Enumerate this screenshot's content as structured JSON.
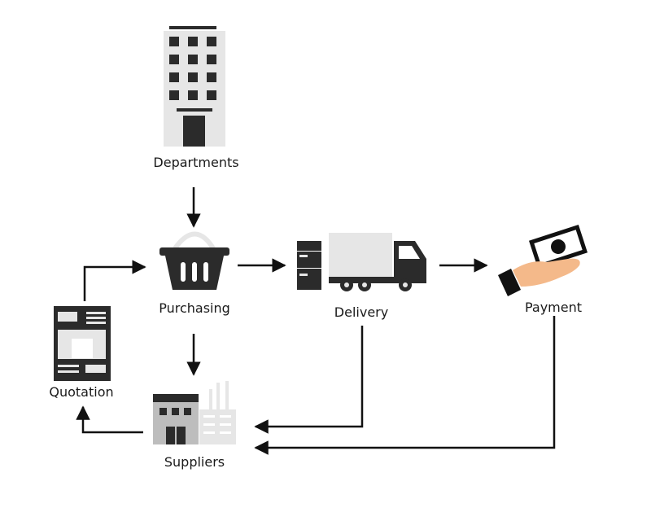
{
  "diagram": {
    "nodes": [
      {
        "id": "departments",
        "label": "Departments",
        "icon": "office-building-icon"
      },
      {
        "id": "purchasing",
        "label": "Purchasing",
        "icon": "shopping-basket-icon"
      },
      {
        "id": "delivery",
        "label": "Delivery",
        "icon": "delivery-truck-icon"
      },
      {
        "id": "payment",
        "label": "Payment",
        "icon": "hand-with-cash-icon"
      },
      {
        "id": "quotation",
        "label": "Quotation",
        "icon": "quotation-document-icon"
      },
      {
        "id": "suppliers",
        "label": "Suppliers",
        "icon": "factory-icon"
      }
    ],
    "edges": [
      {
        "from": "departments",
        "to": "purchasing"
      },
      {
        "from": "purchasing",
        "to": "delivery"
      },
      {
        "from": "delivery",
        "to": "payment"
      },
      {
        "from": "purchasing",
        "to": "suppliers"
      },
      {
        "from": "suppliers",
        "to": "quotation"
      },
      {
        "from": "quotation",
        "to": "purchasing"
      },
      {
        "from": "delivery",
        "to": "suppliers"
      },
      {
        "from": "payment",
        "to": "suppliers"
      }
    ],
    "colors": {
      "icon_dark": "#2b2b2b",
      "icon_light": "#e6e6e6",
      "skin": "#f4b98a",
      "arrow": "#111111"
    }
  }
}
